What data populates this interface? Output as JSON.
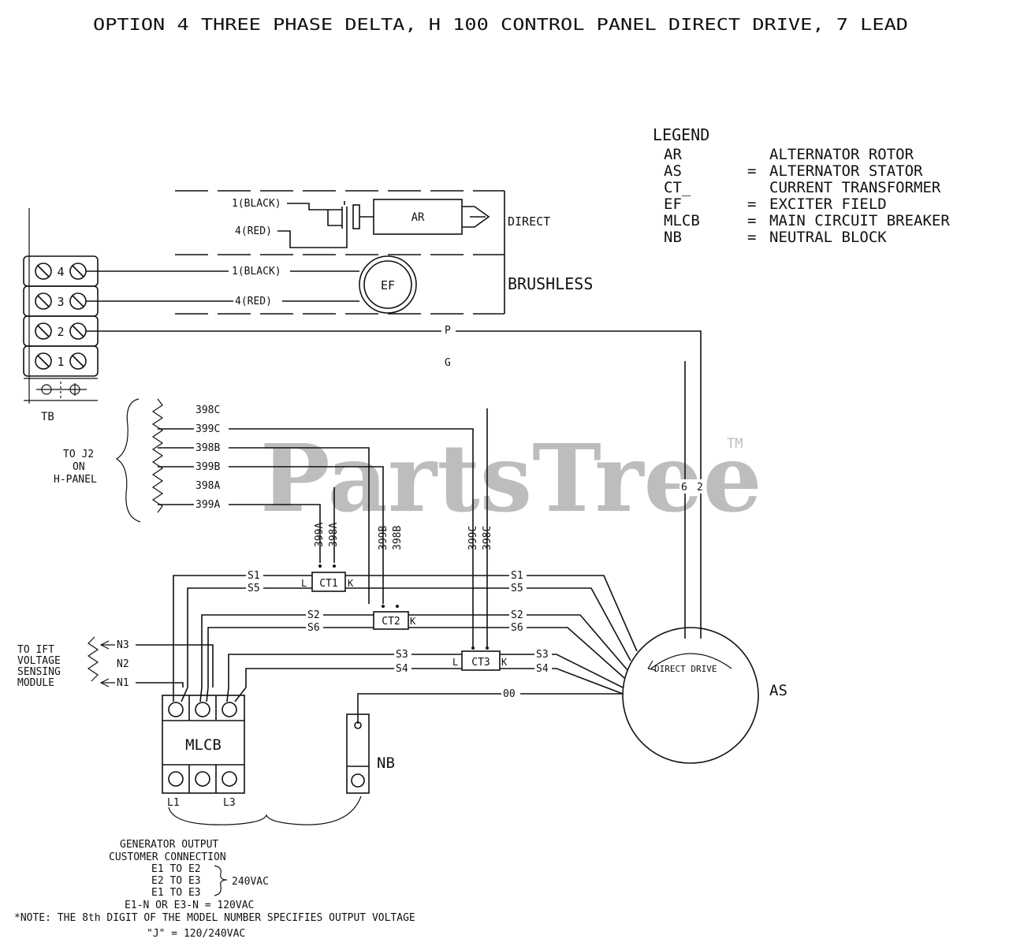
{
  "title": "OPTION 4    THREE PHASE DELTA, H 100 CONTROL PANEL DIRECT DRIVE, 7 LEAD",
  "watermark": {
    "text": "PartsTree",
    "tm": "TM"
  },
  "legend": {
    "heading": "LEGEND",
    "items": [
      {
        "abbr": "AR",
        "eq": "",
        "desc": "ALTERNATOR ROTOR"
      },
      {
        "abbr": "AS",
        "eq": "=",
        "desc": "ALTERNATOR STATOR"
      },
      {
        "abbr": "CT_",
        "eq": "",
        "desc": "CURRENT TRANSFORMER"
      },
      {
        "abbr": "EF",
        "eq": "=",
        "desc": "EXCITER FIELD"
      },
      {
        "abbr": "MLCB",
        "eq": "=",
        "desc": "MAIN CIRCUIT BREAKER"
      },
      {
        "abbr": "NB",
        "eq": "=",
        "desc": "NEUTRAL BLOCK"
      }
    ]
  },
  "rotor": {
    "label": "AR",
    "direct": "DIRECT",
    "brushless": "BRUSHLESS",
    "ef": "EF",
    "wire_black": "1(BLACK)",
    "wire_red": "4(RED)",
    "wire_black2": "1(BLACK)",
    "wire_red2": "4(RED)"
  },
  "terminal": {
    "t4": "4",
    "t3": "3",
    "t2": "2",
    "t1": "1",
    "name": "TB"
  },
  "wires": {
    "p": "P",
    "g": "G",
    "w6": "6",
    "w2": "2",
    "w00": "00"
  },
  "j2": {
    "line1": "TO J2",
    "line2": "ON",
    "line3": "H-PANEL",
    "w1": "398C",
    "w2": "399C",
    "w3": "398B",
    "w4": "399B",
    "w5": "398A",
    "w6": "399A"
  },
  "ct": {
    "ct1": "CT1",
    "ct2": "CT2",
    "ct3": "CT3",
    "v1": "399A",
    "v2": "398A",
    "v3": "399B",
    "v4": "398B",
    "v5": "399C",
    "v6": "398C",
    "L": "L",
    "K": "K"
  },
  "leads": {
    "s1": "S1",
    "s5": "S5",
    "s2": "S2",
    "s6": "S6",
    "s3": "S3",
    "s4": "S4"
  },
  "sensing": {
    "line1": "TO IFT",
    "line2": "VOLTAGE",
    "line3": "SENSING",
    "line4": "MODULE",
    "n3": "N3",
    "n2": "N2",
    "n1": "N1"
  },
  "stator": {
    "as": "AS",
    "drive": "DIRECT DRIVE"
  },
  "mlcb": {
    "label": "MLCB",
    "l1": "L1",
    "l3": "L3"
  },
  "nb": {
    "label": "NB"
  },
  "output": {
    "line1": "GENERATOR OUTPUT",
    "line2": "CUSTOMER CONNECTION",
    "line3": "E1 TO E2",
    "line4": "E2 TO E3",
    "line5": "E1 TO E3",
    "v240": "240VAC",
    "line6": "E1-N OR E3-N = 120VAC",
    "note": "*NOTE: THE 8th DIGIT OF THE MODEL NUMBER SPECIFIES OUTPUT VOLTAGE",
    "note2": "\"J\" = 120/240VAC"
  }
}
